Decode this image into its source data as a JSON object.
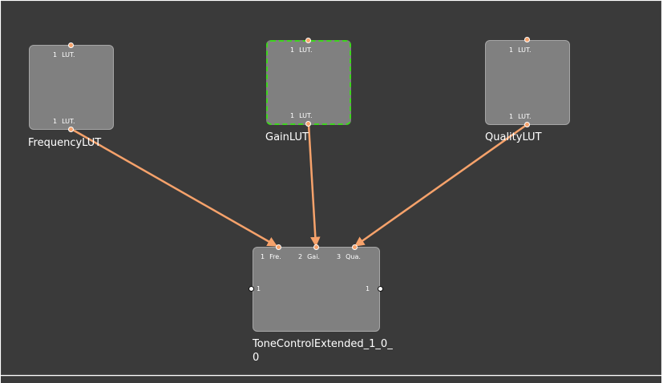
{
  "colors": {
    "canvas_background": "#3a3a3a",
    "node_fill": "#808080",
    "node_border": "#a6a6a6",
    "selection_border": "#3fd61f",
    "connection": "#f6a26b",
    "port": "#f6a26b",
    "text": "#ffffff"
  },
  "nodes": {
    "frequency": {
      "title": "FrequencyLUT",
      "input": {
        "num": "1",
        "label": "LUT."
      },
      "output": {
        "num": "1",
        "label": "LUT."
      }
    },
    "gain": {
      "title": "GainLUT",
      "selected": true,
      "input": {
        "num": "1",
        "label": "LUT."
      },
      "output": {
        "num": "1",
        "label": "LUT."
      }
    },
    "quality": {
      "title": "QualityLUT",
      "input": {
        "num": "1",
        "label": "LUT."
      },
      "output": {
        "num": "1",
        "label": "LUT."
      }
    },
    "tone": {
      "title_line1": "ToneControlExtended_1_0_",
      "title_line2": "0",
      "inputs": [
        {
          "num": "1",
          "label": "Fre."
        },
        {
          "num": "2",
          "label": "Gai."
        },
        {
          "num": "3",
          "label": "Qua."
        }
      ],
      "left_port": {
        "num": "1"
      },
      "right_port": {
        "num": "1"
      }
    }
  },
  "connections": [
    {
      "from": "FrequencyLUT",
      "to": "ToneControlExtended_1_0_0",
      "port": "Fre."
    },
    {
      "from": "GainLUT",
      "to": "ToneControlExtended_1_0_0",
      "port": "Gai."
    },
    {
      "from": "QualityLUT",
      "to": "ToneControlExtended_1_0_0",
      "port": "Qua."
    }
  ]
}
